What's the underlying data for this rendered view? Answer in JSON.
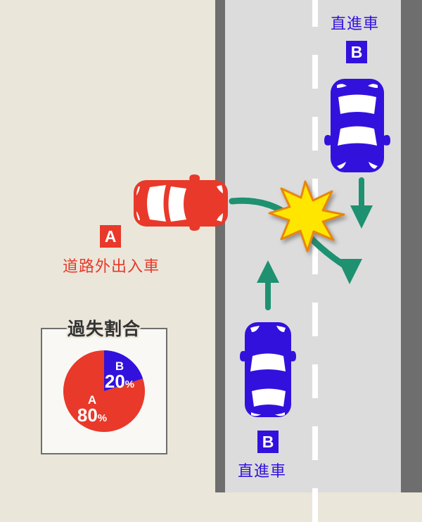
{
  "scene": {
    "title": "road-exit-vehicle-vs-straight-vehicle-collision",
    "background_color": "#EAE6DA",
    "road_color": "#DCDCDC",
    "curb_color": "#6E6E6E",
    "lane_marking_color": "#FFFFFF"
  },
  "party_a": {
    "badge": "A",
    "caption": "道路外出入車",
    "color": "#E8392A",
    "vehicle": "red-car-exiting-road"
  },
  "party_b_top": {
    "badge": "B",
    "caption": "直進車",
    "color": "#3311DD",
    "vehicle": "blue-car-heading-down"
  },
  "party_b_bottom": {
    "badge": "B",
    "caption": "直進車",
    "color": "#3311DD",
    "vehicle": "blue-car-heading-up"
  },
  "impact": {
    "icon": "collision-star",
    "fill": "#FFE600",
    "stroke": "#E8860B"
  },
  "arrows": {
    "color": "#1E9171",
    "a_path": "curve-from-red-car-through-impact-turning-right-downward",
    "b_top_down": "straight-down",
    "b_bottom_up": "straight-up"
  },
  "fault_panel": {
    "title": "過失割合",
    "border_color": "#6E6E6E",
    "background": "#F9F8F4"
  },
  "chart_data": {
    "type": "pie",
    "title": "過失割合",
    "categories": [
      "A",
      "B"
    ],
    "values": [
      80,
      20
    ],
    "unit": "%",
    "colors": [
      "#E8392A",
      "#3311DD"
    ],
    "labels": [
      {
        "name": "A",
        "value": "80",
        "suffix": "%"
      },
      {
        "name": "B",
        "value": "20",
        "suffix": "%"
      }
    ],
    "start_angle_deg": 0,
    "direction": "clockwise",
    "legend": "inline",
    "grid": false
  }
}
